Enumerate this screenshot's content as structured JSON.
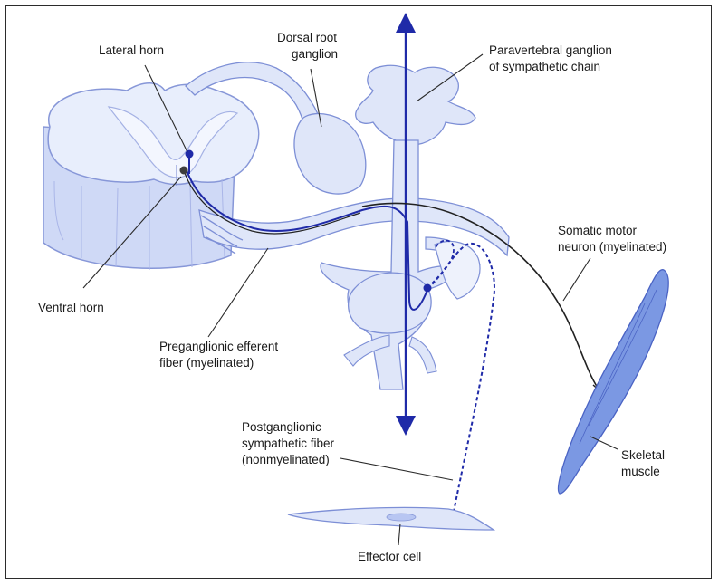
{
  "colors": {
    "tissue_fill": "#dfe6f9",
    "tissue_stroke": "#7d8fd6",
    "grey_matter": "#eef2fc",
    "nerve_blue": "#1f2aa8",
    "myelin_grey": "#3a3a3a",
    "muscle_fill": "#6f8fe0"
  },
  "labels": {
    "lateral_horn": "Lateral horn",
    "dorsal_root_ganglion": [
      "Dorsal root",
      "ganglion"
    ],
    "paravertebral_ganglion": [
      "Paravertebral ganglion",
      "of sympathetic chain"
    ],
    "somatic_motor_neuron": [
      "Somatic motor",
      "neuron (myelinated)"
    ],
    "ventral_horn": "Ventral horn",
    "preganglionic_fiber": [
      "Preganglionic efferent",
      "fiber (myelinated)"
    ],
    "postganglionic_fiber": [
      "Postganglionic",
      "sympathetic fiber",
      "(nonmyelinated)"
    ],
    "skeletal_muscle": [
      "Skeletal",
      "muscle"
    ],
    "effector_cell": "Effector cell"
  }
}
